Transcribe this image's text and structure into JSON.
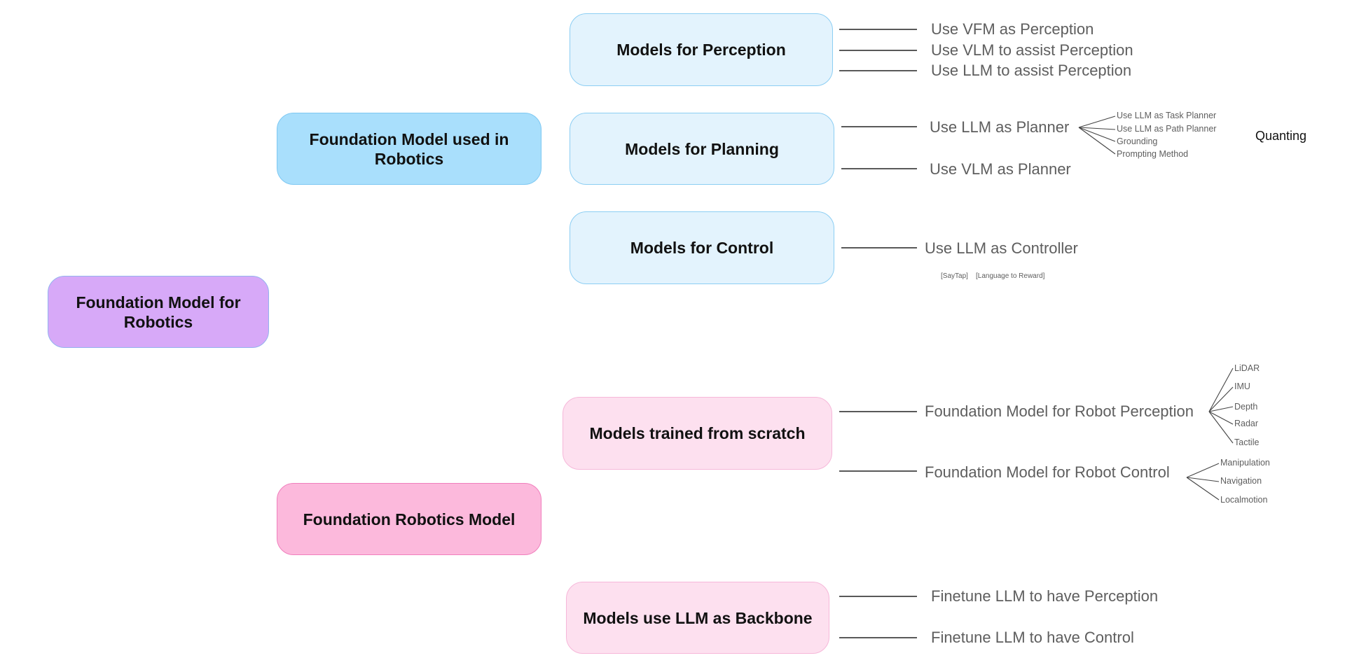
{
  "root": {
    "label": "Foundation Model for Robotics"
  },
  "branches": [
    {
      "label": "Foundation Model used in Robotics",
      "children": [
        {
          "label": "Models for Perception",
          "leaves": [
            "Use VFM as Perception",
            "Use VLM to assist Perception",
            "Use LLM to assist Perception"
          ]
        },
        {
          "label": "Models for Planning",
          "leaves": [
            "Use LLM as Planner",
            "Use VLM as Planner"
          ],
          "sub_leaves": [
            "Use LLM as Task Planner",
            "Use LLM as Path Planner",
            "Grounding",
            "Prompting Method"
          ]
        },
        {
          "label": "Models for Control",
          "leaves": [
            "Use LLM as Controller"
          ],
          "notes": [
            "[SayTap]",
            "[Language to Reward]"
          ]
        }
      ]
    },
    {
      "label": "Foundation Robotics Model",
      "children": [
        {
          "label": "Models trained from scratch",
          "leaves": [
            "Foundation Model for Robot Perception",
            "Foundation Model for Robot Control"
          ],
          "perception_sub_leaves": [
            "LiDAR",
            "IMU",
            "Depth",
            "Radar",
            "Tactile"
          ],
          "control_sub_leaves": [
            "Manipulation",
            "Navigation",
            "Localmotion"
          ]
        },
        {
          "label": "Models use LLM as Backbone",
          "leaves": [
            "Finetune LLM to have Perception",
            "Finetune LLM to have Control"
          ]
        }
      ]
    }
  ],
  "floating_text": "Quanting"
}
